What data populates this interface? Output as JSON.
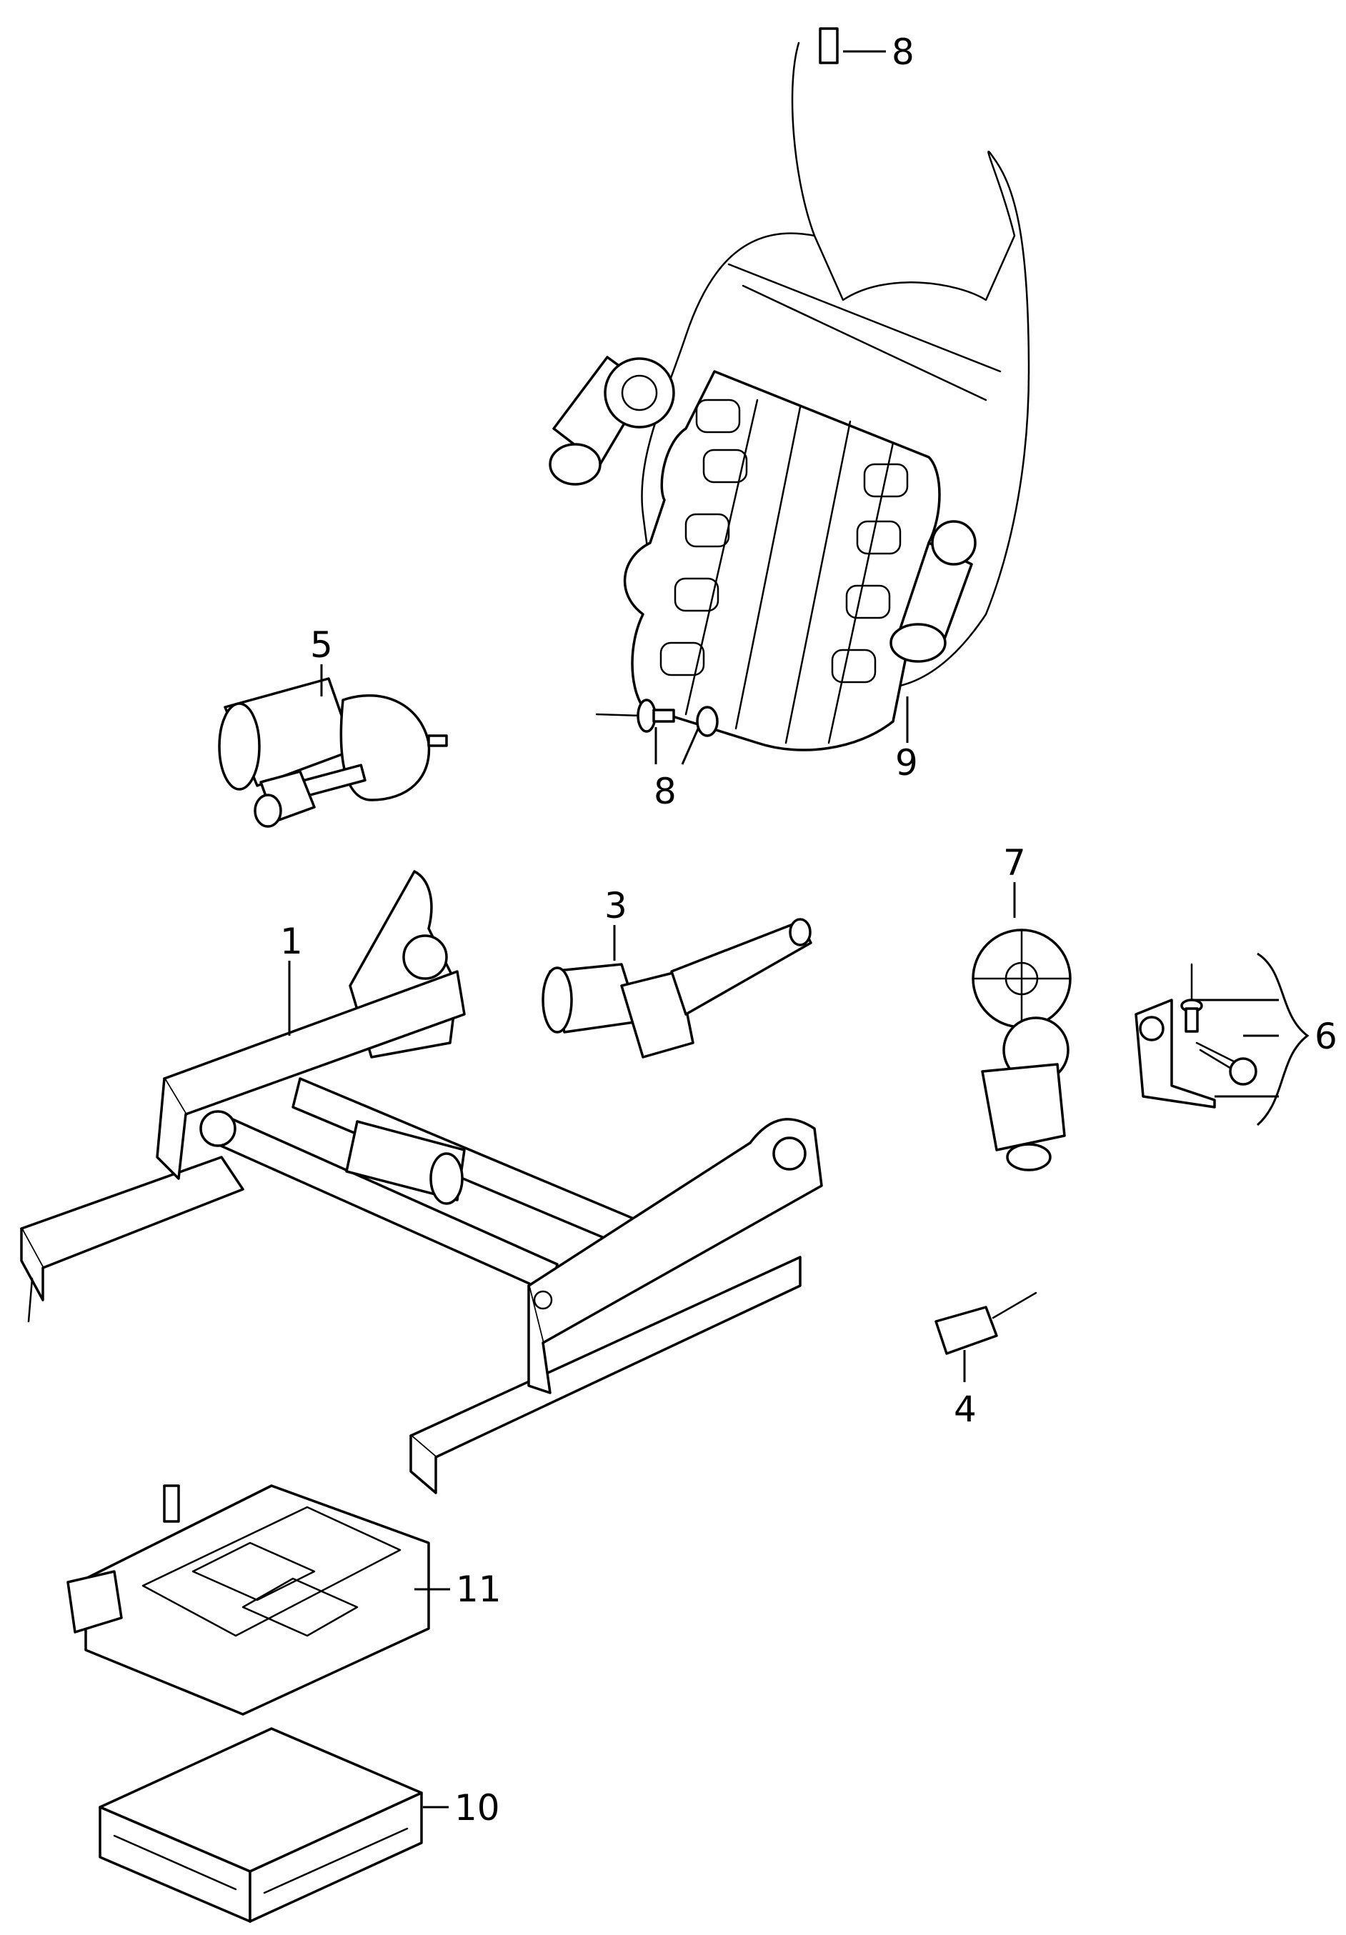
{
  "callouts": {
    "c1": "1",
    "c3": "3",
    "c4": "4",
    "c5": "5",
    "c6": "6",
    "c7": "7",
    "c8a": "8",
    "c8b": "8",
    "c9": "9",
    "c10": "10",
    "c11": "11"
  }
}
